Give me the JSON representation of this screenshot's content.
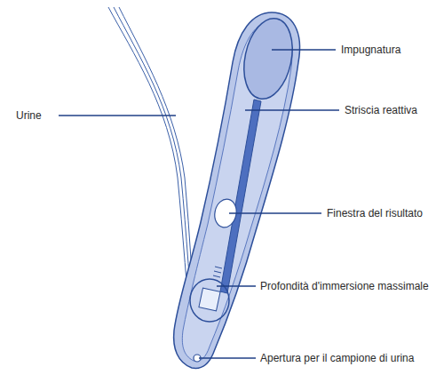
{
  "diagram": {
    "labels": [
      "Urine",
      "Impugnatura",
      "Striscia reattiva",
      "Finestra del risultato",
      "Profondità d'immersione massimale",
      "Apertura per il campione di urina"
    ]
  }
}
